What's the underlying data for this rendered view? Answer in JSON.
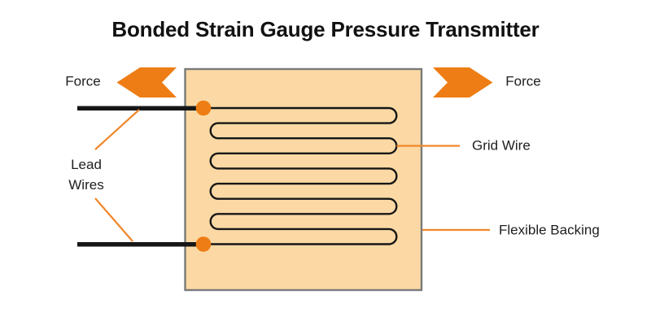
{
  "title": "Bonded Strain Gauge Pressure Transmitter",
  "labels": {
    "force_left": "Force",
    "force_right": "Force",
    "lead_wires": "Lead Wires",
    "grid_wire": "Grid Wire",
    "flexible_backing": "Flexible Backing"
  },
  "icons": {
    "force_left": "chevron-arrow-left",
    "force_right": "chevron-arrow-right",
    "solder_dot": "orange-terminal-dot"
  },
  "colors": {
    "accent_orange": "#ED7D14",
    "pointer_orange": "#F0862A",
    "backing_fill": "#FCD9A4",
    "backing_border": "#7A7A7A",
    "wire_black": "#161616",
    "text": "#1E1E1E",
    "background": "#FFFFFF"
  }
}
